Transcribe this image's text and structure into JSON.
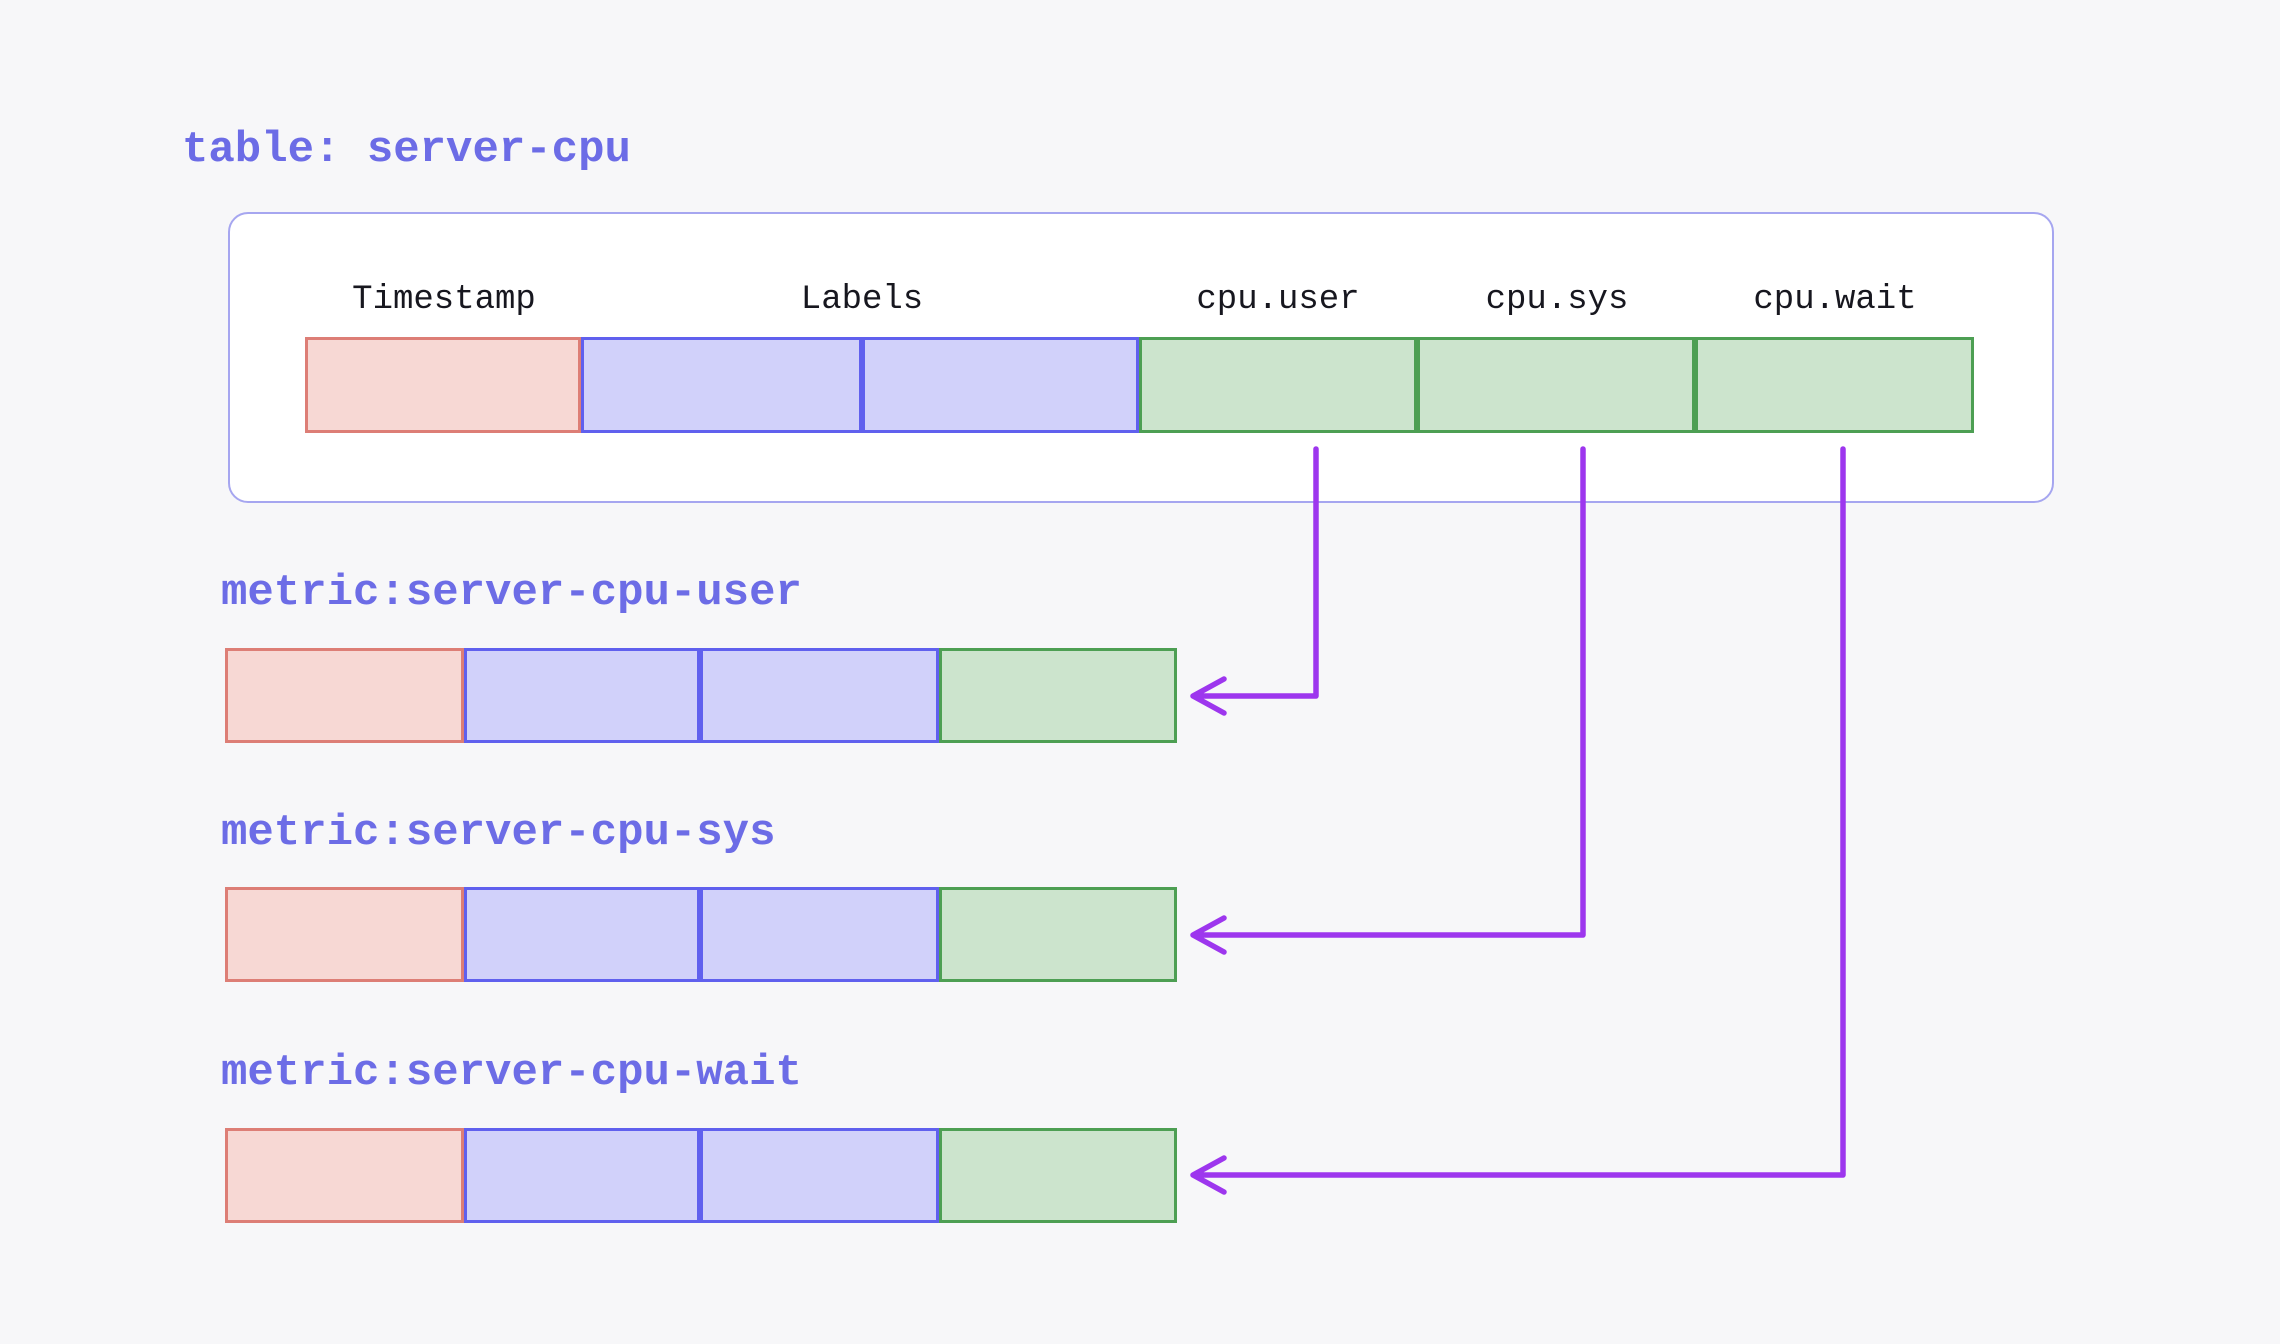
{
  "table": {
    "title": "table: server-cpu",
    "columns": [
      "Timestamp",
      "Labels",
      "cpu.user",
      "cpu.sys",
      "cpu.wait"
    ],
    "row_schema": [
      "timestamp",
      "labels",
      "labels",
      "value",
      "value",
      "value"
    ]
  },
  "metrics": [
    {
      "label": "metric:server-cpu-user",
      "source_column": "cpu.user",
      "row_schema": [
        "timestamp",
        "labels",
        "labels",
        "value"
      ]
    },
    {
      "label": "metric:server-cpu-sys",
      "source_column": "cpu.sys",
      "row_schema": [
        "timestamp",
        "labels",
        "labels",
        "value"
      ]
    },
    {
      "label": "metric:server-cpu-wait",
      "source_column": "cpu.wait",
      "row_schema": [
        "timestamp",
        "labels",
        "labels",
        "value"
      ]
    }
  ],
  "colors": {
    "background": "#f7f7f9",
    "panel_bg": "#ffffff",
    "panel_border": "#a6a6f0",
    "accent_text": "#6c6ce6",
    "header_text": "#17171f",
    "timestamp_fill": "#f7d8d4",
    "timestamp_border": "#dd7e76",
    "labels_fill": "#d1d1fa",
    "labels_border": "#6060ee",
    "value_fill": "#cce4cd",
    "value_border": "#4d9f53",
    "arrow": "#9d36ee"
  }
}
